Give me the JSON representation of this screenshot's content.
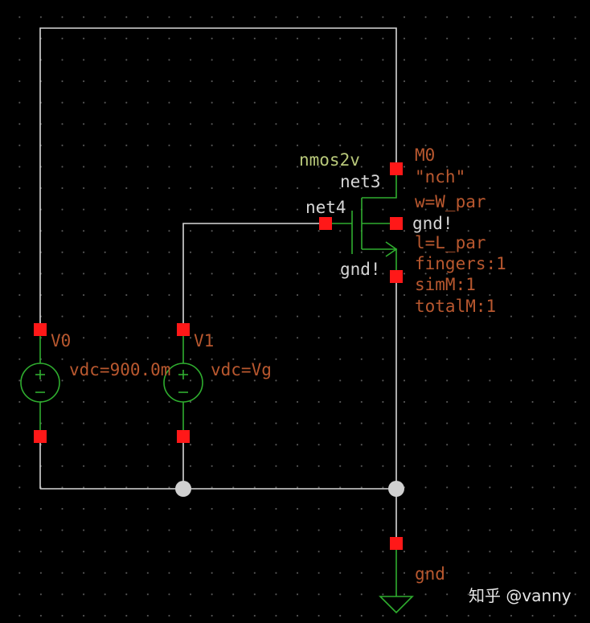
{
  "colors": {
    "background": "#000000",
    "grid_dot": "#5a5a5a",
    "wire": "#d8d8d8",
    "device": "#2fae2f",
    "device_label": "#b8c87a",
    "property": "#b9582f",
    "pin": "#ff1818",
    "net_label": "#d6d6d6",
    "junction": "#d0d0d0"
  },
  "transistor": {
    "cell": "nmos2v",
    "instance": "M0",
    "model": "\"nch\"",
    "width": "w=W_par",
    "bulk": "gnd!",
    "length": "l=L_par",
    "fingers": "fingers:1",
    "simM": "simM:1",
    "totalM": "totalM:1"
  },
  "nets": {
    "drain": "net3",
    "gate": "net4",
    "source": "gnd!"
  },
  "sources": [
    {
      "instance": "V0",
      "param": "vdc=900.0m"
    },
    {
      "instance": "V1",
      "param": "vdc=Vg"
    }
  ],
  "ground": {
    "label": "gnd"
  },
  "watermark": "知乎 @vanny"
}
